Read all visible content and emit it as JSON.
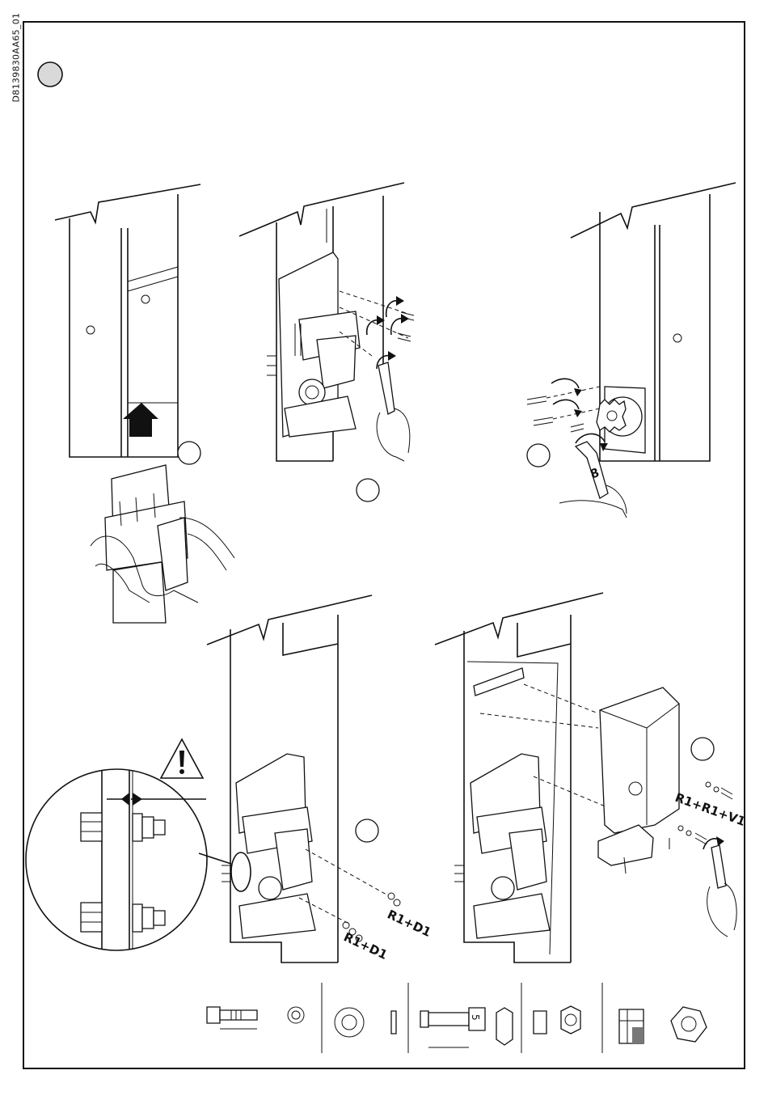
{
  "document": {
    "reference_code": "D8139830AA65_01"
  },
  "labels": {
    "step4_upper": "R1+D1",
    "step4_lower": "R1+D1",
    "step5": "R1+R1+V1",
    "wrench_size": "8",
    "bolt_dimension": "5"
  },
  "colors": {
    "line": "#111111",
    "step_badge_fill": "#d9d9d9",
    "background": "#ffffff"
  }
}
